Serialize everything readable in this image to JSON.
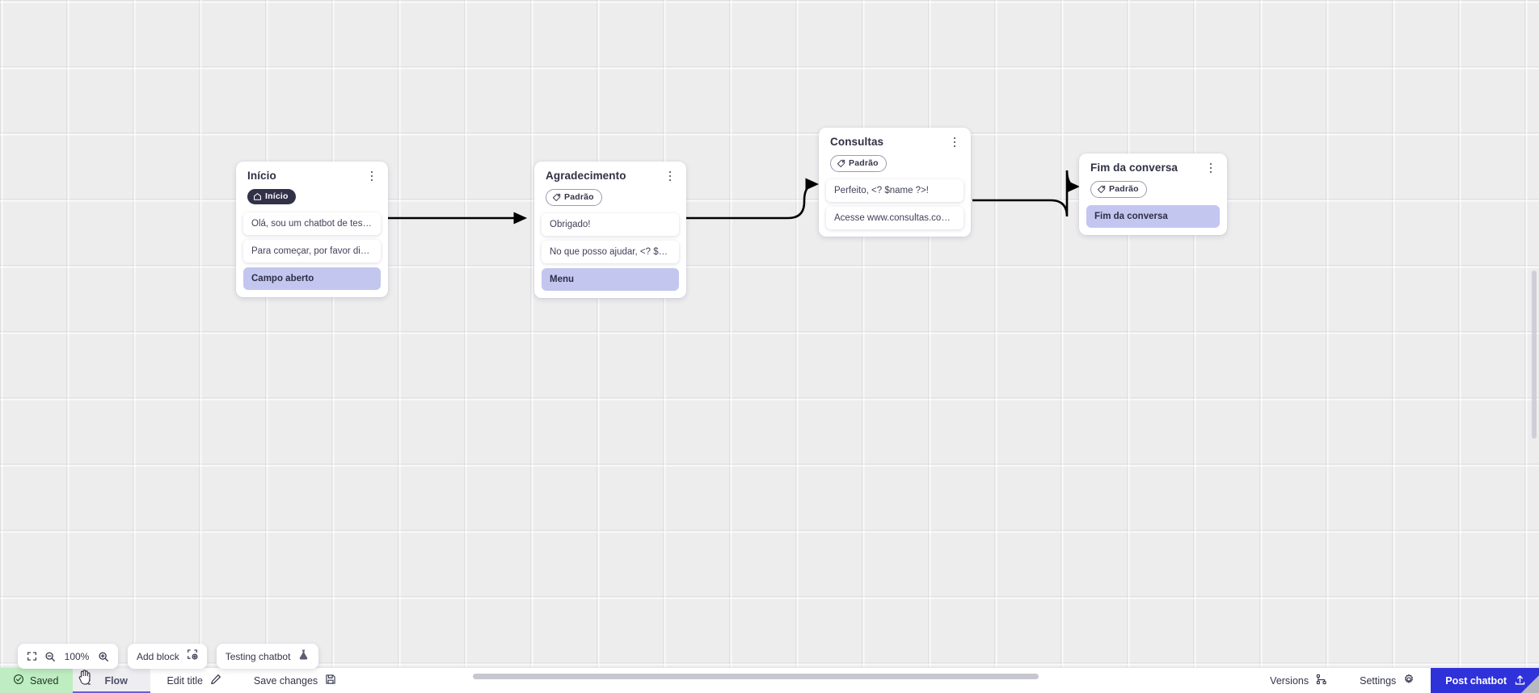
{
  "canvas": {
    "nodes": [
      {
        "id": "inicio",
        "title": "Início",
        "badge": {
          "label": "Início",
          "icon": "home-icon",
          "style": "start"
        },
        "rows": [
          {
            "text": "Olá, sou um chatbot de teste!",
            "type": "message"
          },
          {
            "text": "Para começar, por favor digite o ...",
            "type": "message"
          },
          {
            "text": "Campo aberto",
            "type": "option"
          }
        ]
      },
      {
        "id": "agradecimento",
        "title": "Agradecimento",
        "badge": {
          "label": "Padrão",
          "icon": "tag-icon",
          "style": "tag"
        },
        "rows": [
          {
            "text": "Obrigado!",
            "type": "message"
          },
          {
            "text": "No que posso ajudar, <? $name ...",
            "type": "message"
          },
          {
            "text": "Menu",
            "type": "option"
          }
        ]
      },
      {
        "id": "consultas",
        "title": "Consultas",
        "badge": {
          "label": "Padrão",
          "icon": "tag-icon",
          "style": "tag"
        },
        "rows": [
          {
            "text": "Perfeito, <? $name ?>!",
            "type": "message"
          },
          {
            "text": "Acesse www.consultas.com par...",
            "type": "message"
          }
        ]
      },
      {
        "id": "fim",
        "title": "Fim da conversa",
        "badge": {
          "label": "Padrão",
          "icon": "tag-icon",
          "style": "tag"
        },
        "rows": [
          {
            "text": "Fim da conversa",
            "type": "option"
          }
        ]
      }
    ]
  },
  "toolbar": {
    "fit_icon": "fit-screen-icon",
    "zoom_out_icon": "zoom-out-icon",
    "zoom_level": "100%",
    "zoom_in_icon": "zoom-in-icon",
    "add_block_label": "Add block",
    "add_block_icon": "add-block-icon",
    "testing_label": "Testing chatbot",
    "testing_icon": "flask-icon"
  },
  "bottombar": {
    "saved_label": "Saved",
    "saved_icon": "check-circle-icon",
    "flow_tab_label": "Flow",
    "flow_tab_menu_icon": "kebab-icon",
    "edit_title_label": "Edit title",
    "edit_title_icon": "pencil-icon",
    "save_changes_label": "Save changes",
    "save_changes_icon": "floppy-disk-icon",
    "versions_label": "Versions",
    "versions_icon": "branch-icon",
    "settings_label": "Settings",
    "settings_icon": "gear-icon",
    "post_label": "Post chatbot",
    "post_icon": "upload-icon"
  },
  "colors": {
    "canvas_bg": "#ededee",
    "option_highlight": "#c3c6ef",
    "start_badge": "#313248",
    "saved_green": "#bdedc0",
    "post_blue": "#2f32d8",
    "tab_underline": "#6f5bd6"
  }
}
